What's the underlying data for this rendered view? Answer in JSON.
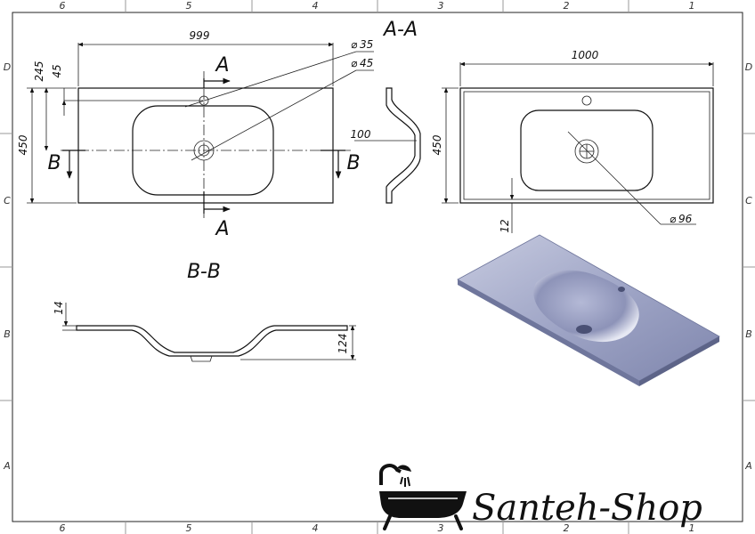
{
  "border": {
    "top_zones": [
      "6",
      "5",
      "4",
      "3",
      "2",
      "1"
    ],
    "bottom_zones": [
      "6",
      "5",
      "4",
      "3",
      "2",
      "1"
    ],
    "side_zones": [
      "D",
      "C",
      "B",
      "A"
    ]
  },
  "views": {
    "section_aa_title": "A-A",
    "section_bb_title": "B-B",
    "cut_a_label": "A",
    "cut_b_label": "B"
  },
  "dimensions": {
    "front_width": "999",
    "top_width": "1000",
    "offset_245": "245",
    "offset_45": "45",
    "height_450_left": "450",
    "height_450_right": "450",
    "depth_100": "100",
    "thickness_12": "12",
    "thickness_14": "14",
    "bowl_depth_124": "124",
    "dia_35": "35",
    "dia_45": "45",
    "dia_96": "96",
    "dia_symbol": "⌀"
  },
  "logo": {
    "brand_text": "Santeh-Shop"
  }
}
